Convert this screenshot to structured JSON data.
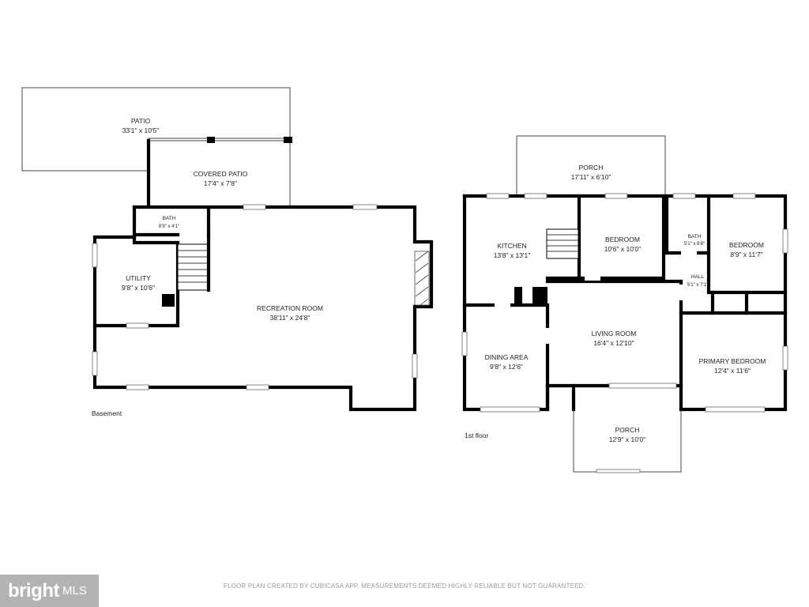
{
  "basement": {
    "label": "Basement",
    "patio": {
      "name": "PATIO",
      "dim": "33'1\" x 10'5\""
    },
    "covered_patio": {
      "name": "COVERED PATIO",
      "dim": "17'4\" x 7'8\""
    },
    "bath": {
      "name": "BATH",
      "dim": "8'9\" x 4'1\""
    },
    "utility": {
      "name": "UTILITY",
      "dim": "9'8\" x 10'6\""
    },
    "recreation": {
      "name": "RECREATION ROOM",
      "dim": "38'11\" x 24'8\""
    }
  },
  "first_floor": {
    "label": "1st floor",
    "porch_top": {
      "name": "PORCH",
      "dim": "17'11\" x 6'10\""
    },
    "kitchen": {
      "name": "KITCHEN",
      "dim": "13'8\" x 13'1\""
    },
    "bedroom1": {
      "name": "BEDROOM",
      "dim": "10'6\" x 10'0\""
    },
    "bath": {
      "name": "BATH",
      "dim": "5'1\" x 6'8\""
    },
    "bedroom2": {
      "name": "BEDROOM",
      "dim": "8'9\" x 11'7\""
    },
    "hall": {
      "name": "HALL",
      "dim": "5'1\" x 7'1\""
    },
    "living": {
      "name": "LIVING ROOM",
      "dim": "16'4\" x 12'10\""
    },
    "dining": {
      "name": "DINING AREA",
      "dim": "9'8\" x 12'6\""
    },
    "primary": {
      "name": "PRIMARY BEDROOM",
      "dim": "12'4\" x 11'6\""
    },
    "porch_bottom": {
      "name": "PORCH",
      "dim": "12'9\" x 10'0\""
    }
  },
  "badge": {
    "logo": "bright",
    "mls": "MLS"
  },
  "footer": "FLOOR PLAN CREATED BY CUBICASA APP. MEASUREMENTS DEEMED HIGHLY RELIABLE BUT NOT GUARANTEED."
}
